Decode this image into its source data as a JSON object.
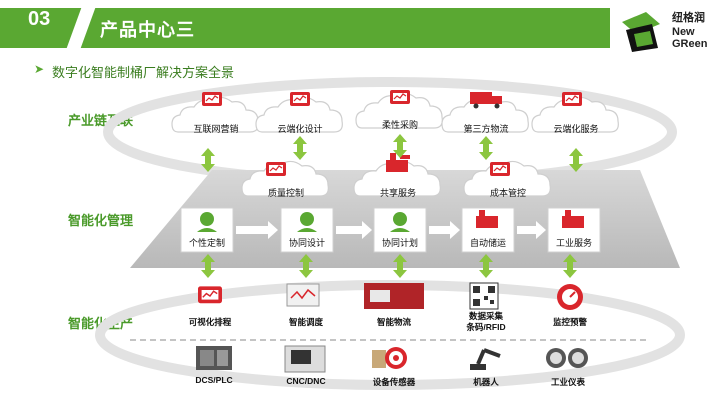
{
  "header": {
    "section_number": "03",
    "title": "产品中心三"
  },
  "logo": {
    "line1": "纽格润",
    "line2": "New",
    "line3": "GReen"
  },
  "subtitle": "数字化智能制桶厂解决方案全景",
  "rows": {
    "industry_chain": "产业链互联",
    "smart_management": "智能化管理",
    "smart_production": "智能化生产"
  },
  "top_clouds": [
    "互联网营销",
    "云端化设计",
    "柔性采购",
    "第三方物流",
    "云端化服务"
  ],
  "middle_clouds": [
    "质量控制",
    "共享服务",
    "成本管控"
  ],
  "management_boxes": [
    "个性定制",
    "协同设计",
    "协同计划",
    "自动储运",
    "工业服务"
  ],
  "production_items": [
    "可视化排程",
    "智能调度",
    "智能物流",
    "数据采集\n条码/RFID",
    "监控预警"
  ],
  "device_items": [
    "DCS/PLC",
    "CNC/DNC",
    "设备传感器",
    "机器人",
    "工业仪表"
  ],
  "colors": {
    "brand_green": "#5aa832",
    "label_green": "#4a9a2a",
    "icon_red": "#d9262c",
    "arrow_green": "#8cc63f",
    "platform_gray": "#c8c8c8"
  }
}
